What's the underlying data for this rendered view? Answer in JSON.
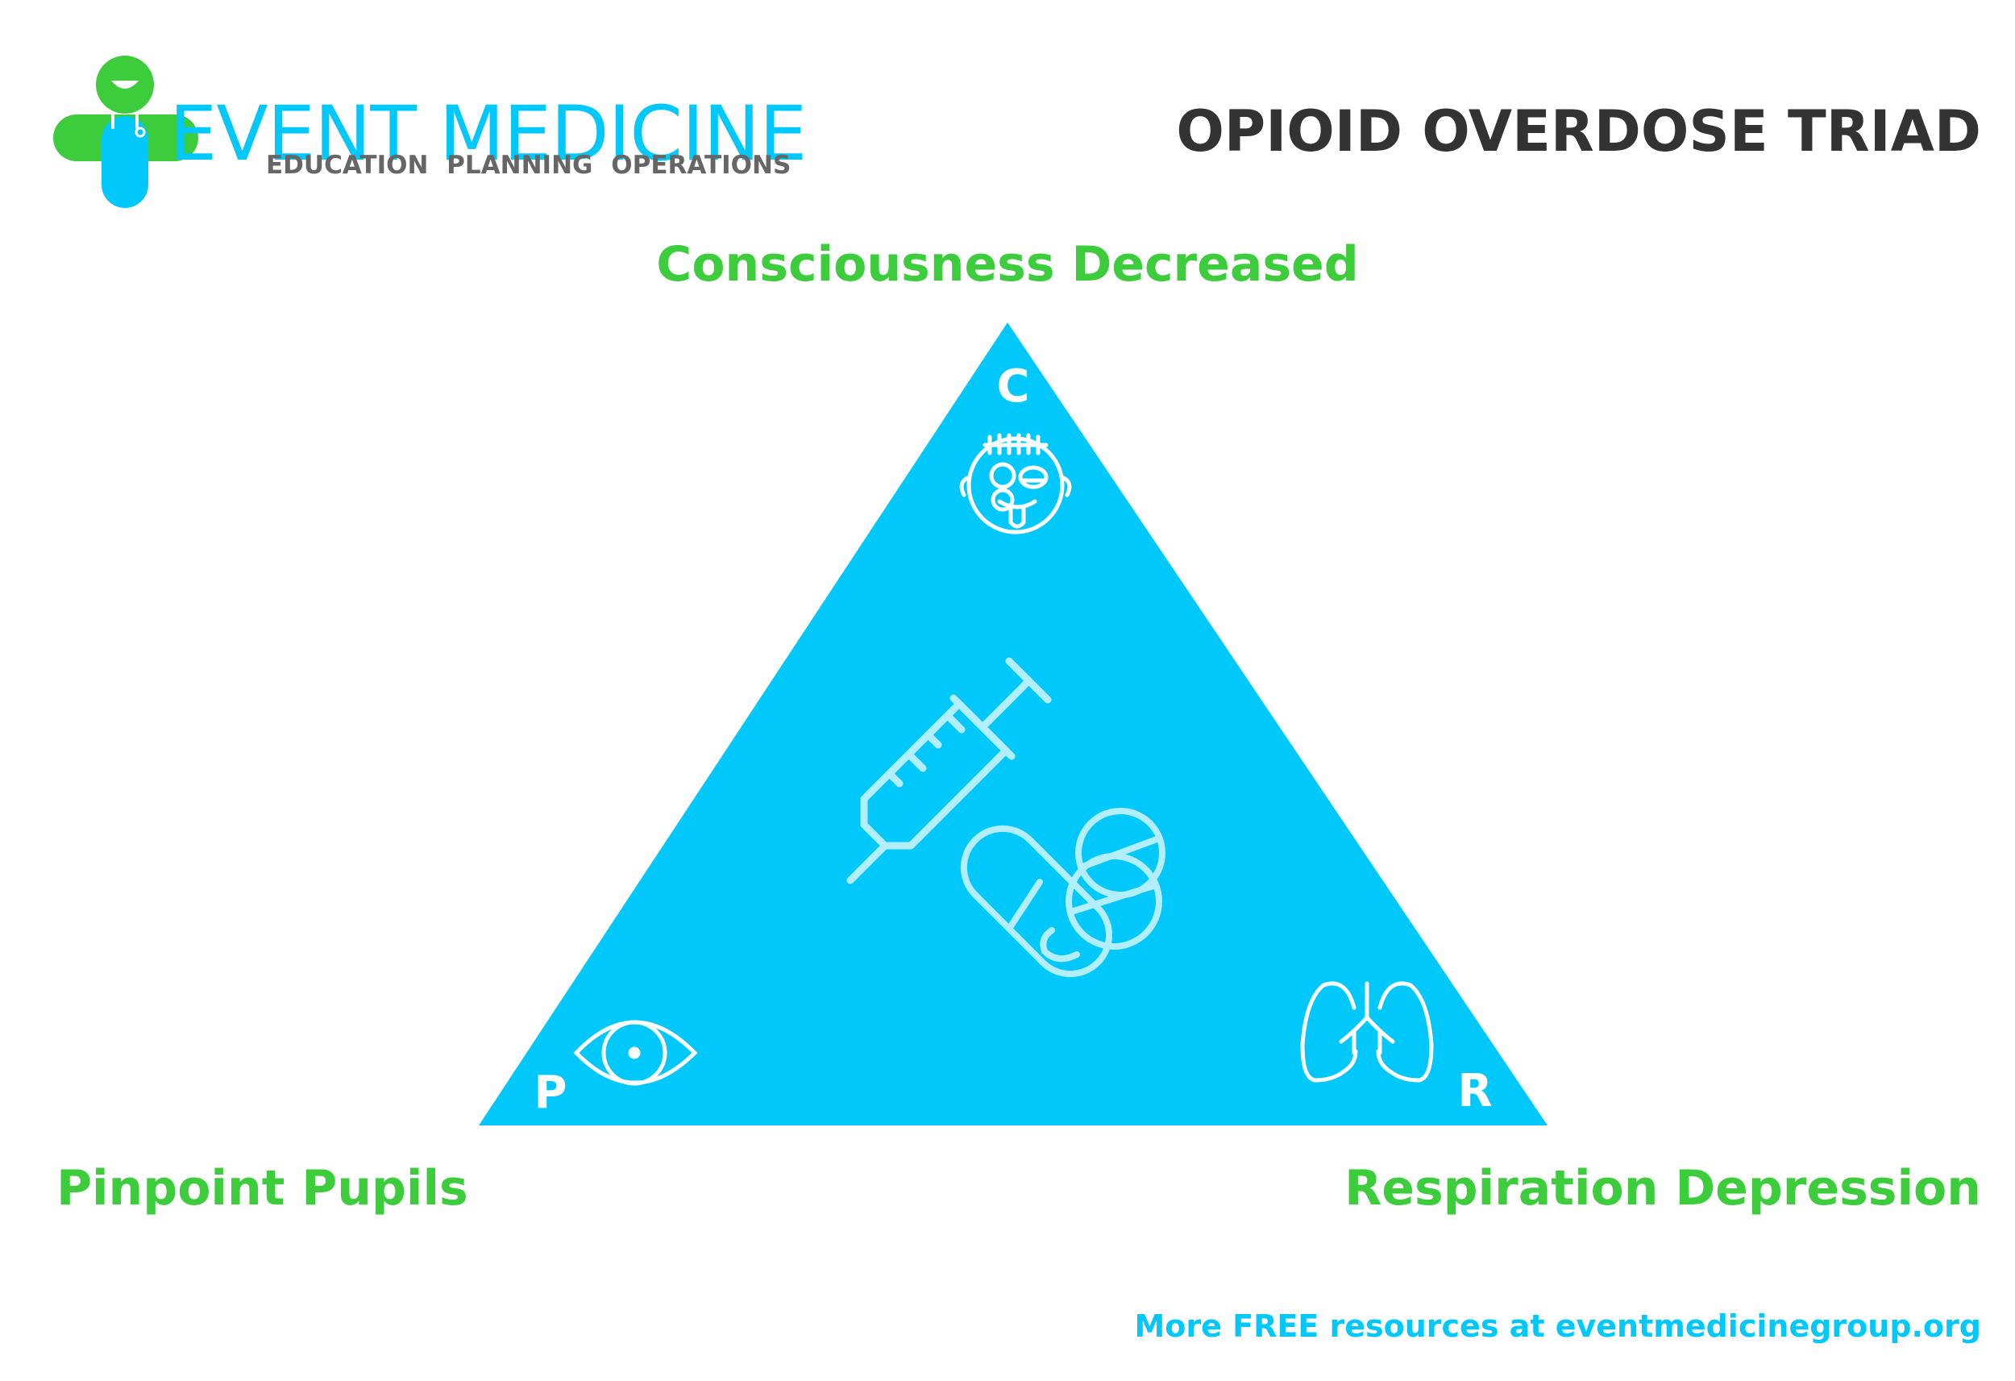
{
  "brand": {
    "name": "EVENT MEDICINE",
    "tagline": "EDUCATION  PLANNING  OPERATIONS",
    "logo_icon": "medical-cross-person-icon"
  },
  "title": "OPIOID OVERDOSE TRIAD",
  "triad": {
    "top": {
      "letter": "C",
      "label": "Consciousness Decreased",
      "icon": "dizzy-face-icon"
    },
    "left": {
      "letter": "P",
      "label": "Pinpoint Pupils",
      "icon": "eye-icon"
    },
    "right": {
      "letter": "R",
      "label": "Respiration Depression",
      "icon": "lungs-icon"
    },
    "center_icons": [
      "syringe-icon",
      "pills-icon"
    ]
  },
  "footer": "More FREE resources at eventmedicinegroup.org",
  "colors": {
    "brand_blue": "#00c8fb",
    "brand_green": "#3ccc3c",
    "title_dark": "#333333",
    "tagline_gray": "#666666",
    "icon_light": "#b3eefe",
    "white": "#ffffff"
  }
}
